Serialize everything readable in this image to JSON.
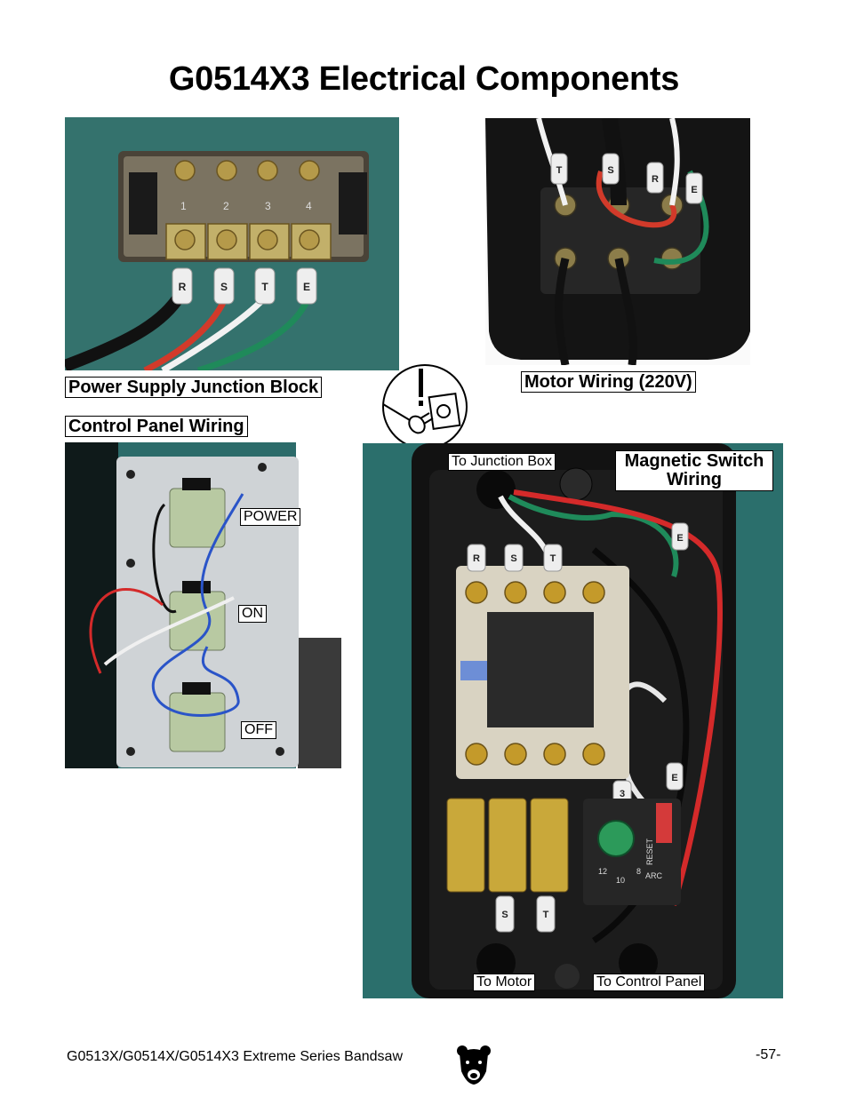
{
  "page": {
    "title": "G0514X3 Electrical Components",
    "footer_left": "G0513X/G0514X/G0514X3 Extreme Series Bandsaw",
    "footer_right": "-57-"
  },
  "power_supply": {
    "caption": "Power Supply Junction Block",
    "terminal_numbers": [
      "1",
      "2",
      "3",
      "4"
    ],
    "wire_tags": [
      "R",
      "S",
      "T",
      "E"
    ]
  },
  "motor": {
    "caption": "Motor Wiring (220V)",
    "wire_tags": [
      "T",
      "S",
      "R",
      "E"
    ]
  },
  "control_panel": {
    "caption": "Control Panel Wiring",
    "labels": {
      "power": "POWER",
      "on": "ON",
      "off": "OFF"
    }
  },
  "magnetic_switch": {
    "caption_line1": "Magnetic Switch",
    "caption_line2": "Wiring",
    "callouts": {
      "junction": "To Junction Box",
      "motor": "To Motor",
      "control": "To Control Panel"
    },
    "wire_tags_top": [
      "R",
      "S",
      "T"
    ],
    "wire_tags_bottom": [
      "S",
      "T"
    ],
    "reset_label": "RESET",
    "dial_numbers": [
      "12",
      "10",
      "8"
    ],
    "dial_label": "ARC",
    "wire_tag_3": "3",
    "wire_tag_e": "E"
  },
  "warning_icon": "unplug-warning-icon",
  "logo_icon": "grizzly-bear-logo-icon"
}
